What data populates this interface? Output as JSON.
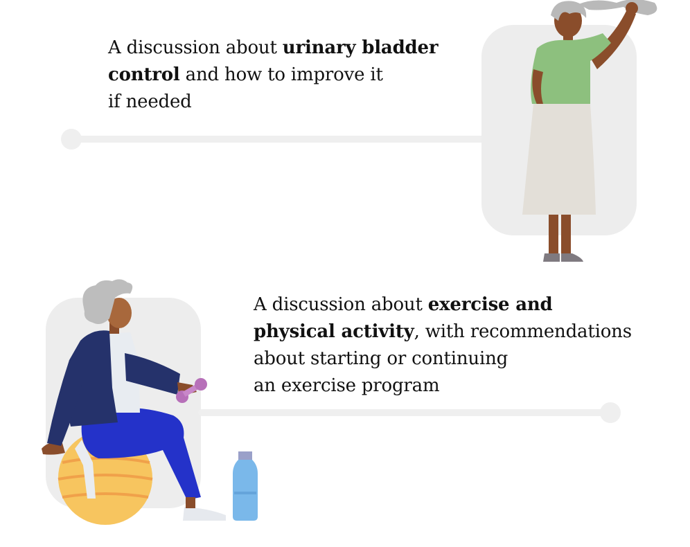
{
  "section_1": {
    "line_1_pre": "A discussion about ",
    "line_1_bold": "urinary bladder",
    "line_2_bold": "control",
    "line_2_post": " and how to improve it",
    "line_3": "if needed"
  },
  "section_2": {
    "line_1_pre": "A discussion about ",
    "line_1_bold": "exercise and",
    "line_2_bold": "physical activity",
    "line_2_post": ", with recommendations",
    "line_3": "about starting or continuing",
    "line_4": "an exercise program"
  },
  "icons": [
    "woman-stretching-illustration",
    "woman-on-exercise-ball-illustration",
    "dumbbell-icon",
    "water-bottle-icon"
  ],
  "colors": {
    "track": "#efefef",
    "panel": "#ededed",
    "shirt_green": "#8dc07e",
    "skirt": "#e3dfd8",
    "skin_dark": "#8a4d2b",
    "hair_gray": "#b9b9b9",
    "jacket_navy": "#25326b",
    "pants_blue": "#2432c9",
    "ball_yellow": "#f7c55f",
    "dumbbell_purple": "#b770b9",
    "bottle_blue": "#7ab8ea"
  }
}
